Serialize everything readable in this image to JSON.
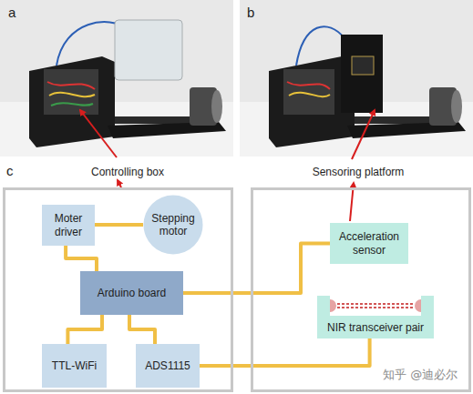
{
  "diagram": {
    "nodes": [
      {
        "text": [
          "Controlling box"
        ]
      },
      {
        "text": [
          "Moter driver"
        ],
        "in": 0
      },
      {
        "text": [
          "Stepping motor"
        ],
        "in": 0
      },
      {
        "text": [
          "Arduino board"
        ],
        "in": 0
      },
      {
        "text": [
          "TTL-WiFi"
        ],
        "in": 0
      },
      {
        "text": [
          "ADS1115"
        ],
        "in": 0
      },
      {
        "text": [
          "Sensoring platform"
        ]
      },
      {
        "text": [
          "Acceleration sensor"
        ],
        "in": 6
      },
      {
        "text": [
          "NIR transceiver pair"
        ],
        "in": 6
      }
    ],
    "edges": [
      {
        "from": 1,
        "to": 2,
        "arrow": "none"
      },
      {
        "from": 1,
        "to": 3,
        "arrow": "none"
      },
      {
        "from": 3,
        "to": 7,
        "arrow": "none"
      },
      {
        "from": 3,
        "to": 4,
        "arrow": "none"
      },
      {
        "from": 3,
        "to": 5,
        "arrow": "none"
      },
      {
        "from": 5,
        "to": 8,
        "arrow": "none"
      }
    ],
    "labels": [
      "a",
      "b",
      "c",
      "知乎 @迪必尔"
    ]
  }
}
